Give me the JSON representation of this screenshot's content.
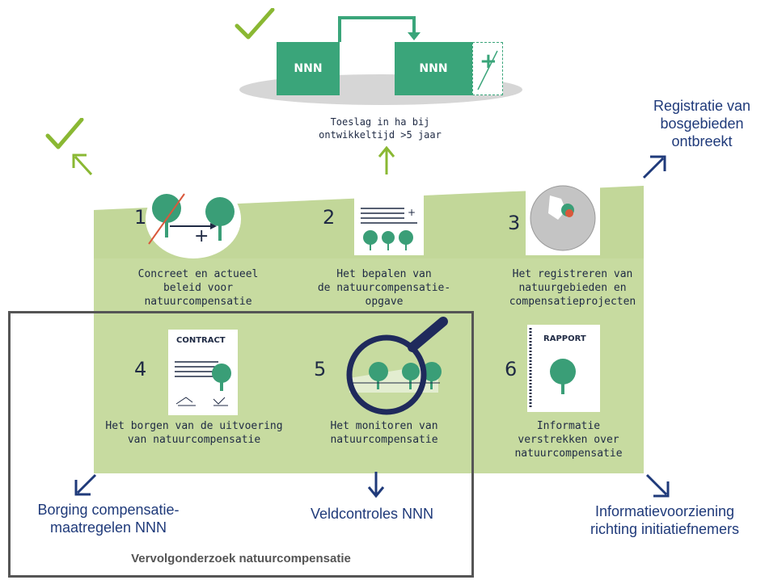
{
  "top": {
    "box_left_label": "NNN",
    "box_right_label": "NNN",
    "plus_symbol": "+",
    "caption": "Toeslag in ha bij\nontwikkeltijd >5 jaar"
  },
  "steps": [
    {
      "number": "1",
      "label": "Concreet en actueel\nbeleid voor\nnatuurcompensatie"
    },
    {
      "number": "2",
      "label": "Het bepalen van\nde natuurcompensatie-\nopgave"
    },
    {
      "number": "3",
      "label": "Het registreren van\nnatuurgebieden en\ncompensatieprojecten"
    },
    {
      "number": "4",
      "label": "Het borgen van de uitvoering\nvan natuurcompensatie"
    },
    {
      "number": "5",
      "label": "Het monitoren van\nnatuurcompensatie"
    },
    {
      "number": "6",
      "label": "Informatie\nverstrekken over\nnatuurcompensatie"
    }
  ],
  "icons": {
    "step1_plus": "+",
    "step2_plus": "+",
    "contract_label": "CONTRACT",
    "rapport_label": "RAPPORT"
  },
  "annotations": {
    "registratie": "Registratie van\nbosgebieden\nontbreekt",
    "borging": "Borging compensatie-\nmaatregelen NNN",
    "veldcontroles": "Veldcontroles NNN",
    "informatievoorziening": "Informatievoorziening\nrichting initiatiefnemers"
  },
  "followup_label": "Vervolgonderzoek natuurcompensatie",
  "colors": {
    "green_panel": "#c7dba0",
    "nnn_green": "#3aa57a",
    "tree_green": "#3a9e77",
    "check_green": "#8ab833",
    "arrow_navy": "#1f3a7a",
    "frame_gray": "#555555"
  }
}
